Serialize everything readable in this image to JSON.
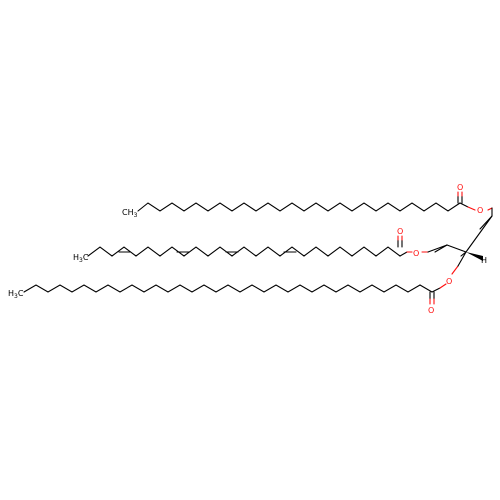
{
  "structure": {
    "colors": {
      "carbon": "#000000",
      "oxygen": "#ff0d0d"
    },
    "labels": {
      "ch3": "CH",
      "ch3_sub": "3",
      "h3c": "H",
      "h3c_sub": "3",
      "h3c_c": "C",
      "oxygen": "O",
      "hydrogen": "H"
    }
  }
}
